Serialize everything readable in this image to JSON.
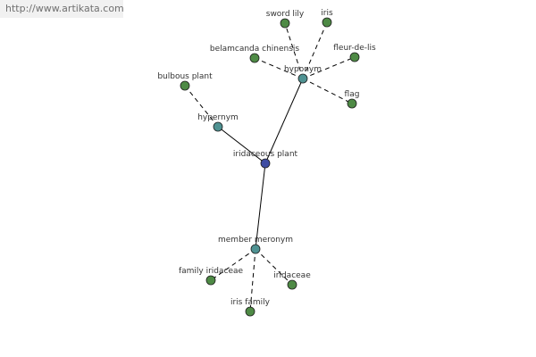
{
  "banner": {
    "url_text": "http://www.artikata.com"
  },
  "colors": {
    "center_node": "#3f4da3",
    "relation_node": "#4f9292",
    "leaf_node": "#4e8a45",
    "edge": "#000000"
  },
  "graph": {
    "center": "iridaceous plant",
    "relations": [
      {
        "id": "hyponym",
        "label": "hyponym",
        "leaves": [
          "sword lily",
          "iris",
          "belamcanda chinensis",
          "fleur-de-lis",
          "flag"
        ]
      },
      {
        "id": "hypernym",
        "label": "hypernym",
        "leaves": [
          "bulbous plant"
        ]
      },
      {
        "id": "member-meronym",
        "label": "member meronym",
        "leaves": [
          "family iridaceae",
          "iridaceae",
          "iris family"
        ]
      }
    ]
  }
}
